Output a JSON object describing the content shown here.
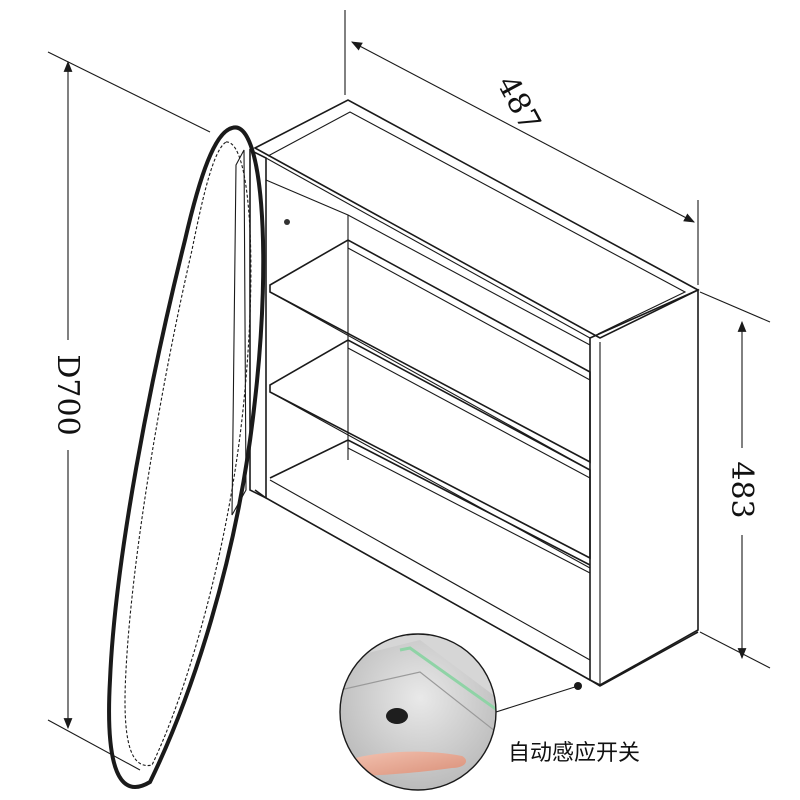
{
  "dimensions": {
    "width": "487",
    "height": "483",
    "mirror_diameter": "D700"
  },
  "callout": {
    "label": "自动感应开关"
  }
}
